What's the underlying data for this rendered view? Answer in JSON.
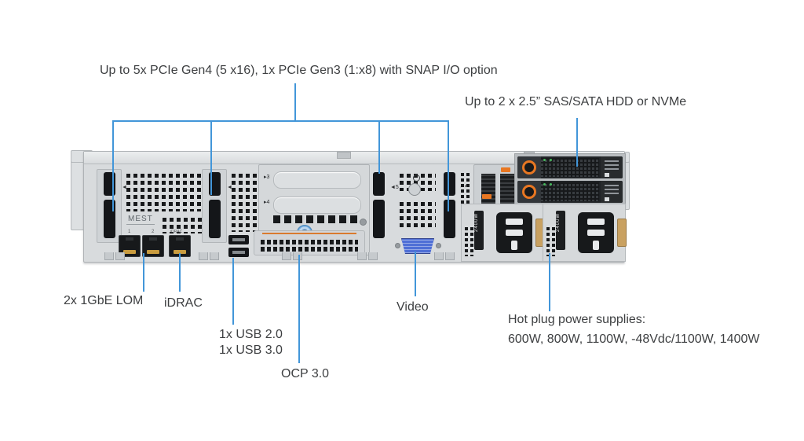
{
  "colors": {
    "callout_line": "#4296d9",
    "chassis_gray": "#d8dbdd",
    "slot_black": "#141619",
    "dell_orange": "#e87722",
    "psu_handle_tan": "#c9a161",
    "vga_blue": "#4f6fd6",
    "thumbscrew_blue": "#6aa7dd",
    "led_green": "#46b85c",
    "label_text": "#3d3f41"
  },
  "callouts": {
    "pcie_slots": {
      "label": "Up to 5x PCIe Gen4 (5 x16), 1x PCIe Gen3 (1:x8) with SNAP I/O option"
    },
    "drive_bays": {
      "label": "Up to 2 x 2.5” SAS/SATA HDD or NVMe"
    },
    "lom": {
      "label": "2x 1GbE LOM"
    },
    "idrac": {
      "label": "iDRAC"
    },
    "usb": {
      "line1": "1x USB 2.0",
      "line2": "1x USB 3.0"
    },
    "ocp": {
      "label": "OCP 3.0"
    },
    "video": {
      "label": "Video"
    },
    "psu": {
      "line1": "Hot plug power supplies:",
      "line2": "600W, 800W, 1100W, -48Vdc/1100W, 1400W"
    }
  },
  "chassis": {
    "mest_label": "MEST",
    "markers": {
      "slot1": "◄1",
      "slot2": "◄2",
      "slot3": "▸3",
      "slot4": "▸4",
      "slot5": "◄5",
      "slot6": "◄6"
    },
    "lan_ports": {
      "port1": "1",
      "port2": "2"
    },
    "idrac_port_label": "iDRAC",
    "psu_label": "2400W"
  }
}
